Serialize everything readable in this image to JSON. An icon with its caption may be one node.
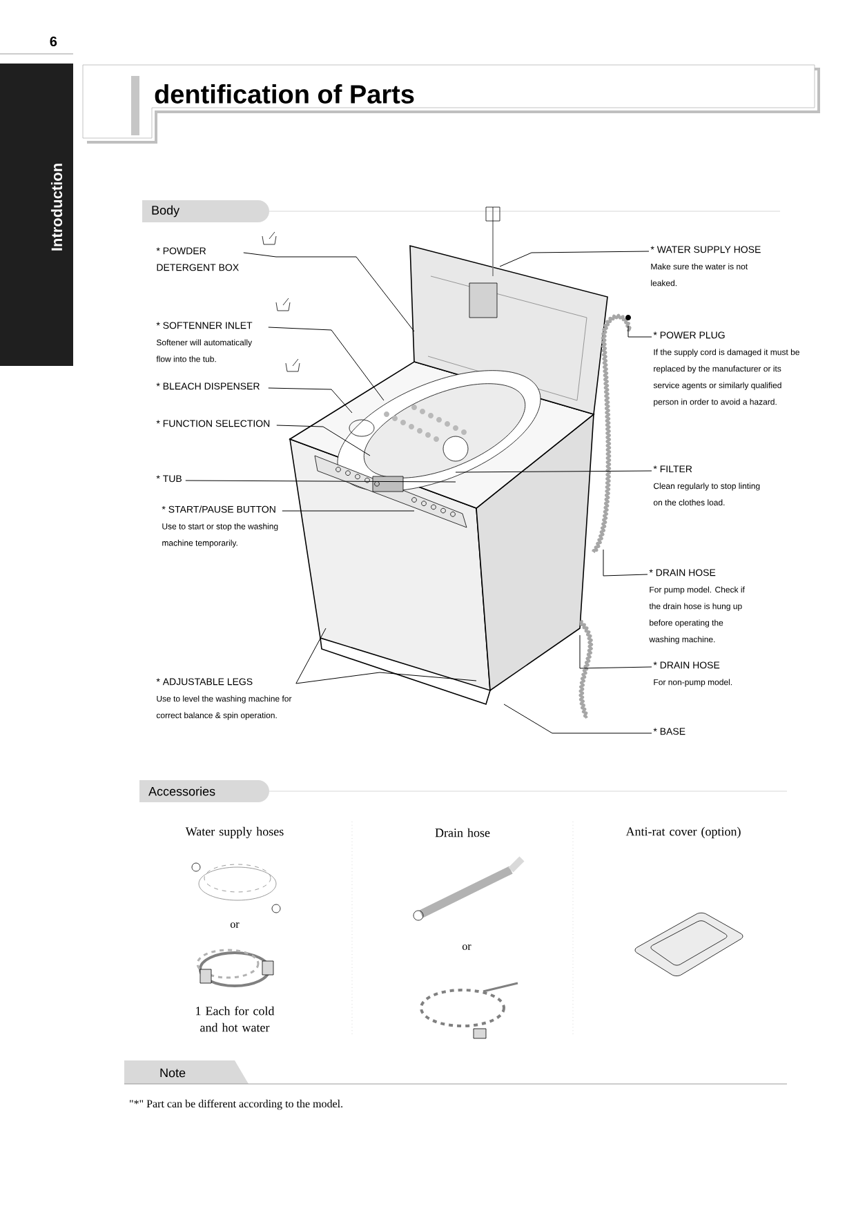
{
  "diagram": {
    "title": "dentification of Parts",
    "nodes": [
      {
        "text": [
          "* POWDER DETERGENT BOX"
        ]
      },
      {
        "text": [
          "* SOFTENNER INLET",
          "Softener will automatically flow into the tub."
        ]
      },
      {
        "text": [
          "* BLEACH DISPENSER"
        ]
      },
      {
        "text": [
          "* FUNCTION SELECTION"
        ]
      },
      {
        "text": [
          "* TUB"
        ]
      },
      {
        "text": [
          "* START/PAUSE BUTTON",
          "Use to start or stop the washing machine temporarily."
        ]
      },
      {
        "text": [
          "* ADJUSTABLE LEGS",
          "Use to level the washing machine for correct balance & spin operation."
        ]
      },
      {
        "text": [
          "* WATER SUPPLY HOSE",
          "Make sure the water is not leaked."
        ]
      },
      {
        "text": [
          "* POWER PLUG",
          "If the supply cord is damaged it must be replaced by the manufacturer or its service agents or similarly qualified person in order to avoid a hazard."
        ]
      },
      {
        "text": [
          "* FILTER",
          "Clean regularly to stop linting on the clothes load."
        ]
      },
      {
        "text": [
          "* DRAIN HOSE",
          "For pump model. Check if the drain hose is hung up before operating the washing machine."
        ]
      },
      {
        "text": [
          "* DRAIN HOSE",
          "For non-pump model."
        ]
      },
      {
        "text": [
          "* BASE"
        ]
      }
    ],
    "edges": [
      {
        "from": 0,
        "to": null,
        "arrow": "none"
      },
      {
        "from": 1,
        "to": null,
        "arrow": "none"
      },
      {
        "from": 2,
        "to": null,
        "arrow": "none"
      },
      {
        "from": 3,
        "to": null,
        "arrow": "none"
      },
      {
        "from": 4,
        "to": null,
        "arrow": "none"
      },
      {
        "from": 5,
        "to": null,
        "arrow": "none"
      },
      {
        "from": 6,
        "to": null,
        "arrow": "none"
      },
      {
        "from": 6,
        "to": null,
        "arrow": "none"
      },
      {
        "from": 7,
        "to": null,
        "arrow": "none"
      },
      {
        "from": 8,
        "to": null,
        "arrow": "none"
      },
      {
        "from": 9,
        "to": null,
        "arrow": "none"
      },
      {
        "from": 10,
        "to": null,
        "arrow": "none"
      },
      {
        "from": 11,
        "to": null,
        "arrow": "none"
      },
      {
        "from": 12,
        "to": null,
        "arrow": "none"
      }
    ],
    "labels": [
      "6",
      "Introduction",
      "Body",
      "Accessories",
      "Water supply hoses",
      "or",
      "1 Each for cold and hot water",
      "Drain hose",
      "or",
      "Anti-rat cover (option)",
      "Note",
      "\"*\" Part can be different according to the model."
    ]
  }
}
